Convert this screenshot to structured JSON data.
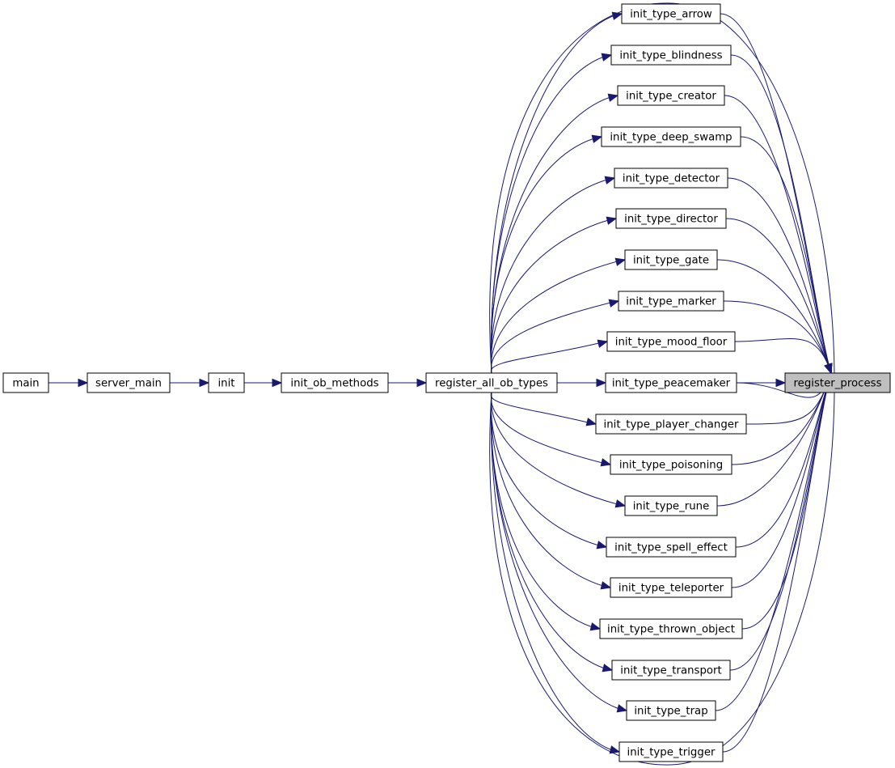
{
  "graph": {
    "focus_node": "register_process",
    "nodes": [
      {
        "id": "main",
        "label": "main"
      },
      {
        "id": "server_main",
        "label": "server_main"
      },
      {
        "id": "init",
        "label": "init"
      },
      {
        "id": "init_ob_methods",
        "label": "init_ob_methods"
      },
      {
        "id": "register_all_ob_types",
        "label": "register_all_ob_types"
      },
      {
        "id": "init_type_arrow",
        "label": "init_type_arrow"
      },
      {
        "id": "init_type_blindness",
        "label": "init_type_blindness"
      },
      {
        "id": "init_type_creator",
        "label": "init_type_creator"
      },
      {
        "id": "init_type_deep_swamp",
        "label": "init_type_deep_swamp"
      },
      {
        "id": "init_type_detector",
        "label": "init_type_detector"
      },
      {
        "id": "init_type_director",
        "label": "init_type_director"
      },
      {
        "id": "init_type_gate",
        "label": "init_type_gate"
      },
      {
        "id": "init_type_marker",
        "label": "init_type_marker"
      },
      {
        "id": "init_type_mood_floor",
        "label": "init_type_mood_floor"
      },
      {
        "id": "init_type_peacemaker",
        "label": "init_type_peacemaker"
      },
      {
        "id": "init_type_player_changer",
        "label": "init_type_player_changer"
      },
      {
        "id": "init_type_poisoning",
        "label": "init_type_poisoning"
      },
      {
        "id": "init_type_rune",
        "label": "init_type_rune"
      },
      {
        "id": "init_type_spell_effect",
        "label": "init_type_spell_effect"
      },
      {
        "id": "init_type_teleporter",
        "label": "init_type_teleporter"
      },
      {
        "id": "init_type_thrown_object",
        "label": "init_type_thrown_object"
      },
      {
        "id": "init_type_transport",
        "label": "init_type_transport"
      },
      {
        "id": "init_type_trap",
        "label": "init_type_trap"
      },
      {
        "id": "init_type_trigger",
        "label": "init_type_trigger"
      },
      {
        "id": "register_process",
        "label": "register_process"
      }
    ],
    "edges": [
      {
        "from": "main",
        "to": "server_main"
      },
      {
        "from": "server_main",
        "to": "init"
      },
      {
        "from": "init",
        "to": "init_ob_methods"
      },
      {
        "from": "init_ob_methods",
        "to": "register_all_ob_types"
      },
      {
        "from": "register_all_ob_types",
        "to": "init_type_arrow"
      },
      {
        "from": "register_all_ob_types",
        "to": "init_type_blindness"
      },
      {
        "from": "register_all_ob_types",
        "to": "init_type_creator"
      },
      {
        "from": "register_all_ob_types",
        "to": "init_type_deep_swamp"
      },
      {
        "from": "register_all_ob_types",
        "to": "init_type_detector"
      },
      {
        "from": "register_all_ob_types",
        "to": "init_type_director"
      },
      {
        "from": "register_all_ob_types",
        "to": "init_type_gate"
      },
      {
        "from": "register_all_ob_types",
        "to": "init_type_marker"
      },
      {
        "from": "register_all_ob_types",
        "to": "init_type_mood_floor"
      },
      {
        "from": "register_all_ob_types",
        "to": "init_type_peacemaker"
      },
      {
        "from": "register_all_ob_types",
        "to": "init_type_player_changer"
      },
      {
        "from": "register_all_ob_types",
        "to": "init_type_poisoning"
      },
      {
        "from": "register_all_ob_types",
        "to": "init_type_rune"
      },
      {
        "from": "register_all_ob_types",
        "to": "init_type_spell_effect"
      },
      {
        "from": "register_all_ob_types",
        "to": "init_type_teleporter"
      },
      {
        "from": "register_all_ob_types",
        "to": "init_type_thrown_object"
      },
      {
        "from": "register_all_ob_types",
        "to": "init_type_transport"
      },
      {
        "from": "register_all_ob_types",
        "to": "init_type_trap"
      },
      {
        "from": "register_all_ob_types",
        "to": "init_type_trigger"
      },
      {
        "from": "register_all_ob_types",
        "to": "register_process"
      },
      {
        "from": "init_type_arrow",
        "to": "register_process"
      },
      {
        "from": "init_type_blindness",
        "to": "register_process"
      },
      {
        "from": "init_type_creator",
        "to": "register_process"
      },
      {
        "from": "init_type_deep_swamp",
        "to": "register_process"
      },
      {
        "from": "init_type_detector",
        "to": "register_process"
      },
      {
        "from": "init_type_director",
        "to": "register_process"
      },
      {
        "from": "init_type_gate",
        "to": "register_process"
      },
      {
        "from": "init_type_marker",
        "to": "register_process"
      },
      {
        "from": "init_type_mood_floor",
        "to": "register_process"
      },
      {
        "from": "init_type_peacemaker",
        "to": "register_process"
      },
      {
        "from": "init_type_player_changer",
        "to": "register_process"
      },
      {
        "from": "init_type_poisoning",
        "to": "register_process"
      },
      {
        "from": "init_type_rune",
        "to": "register_process"
      },
      {
        "from": "init_type_spell_effect",
        "to": "register_process"
      },
      {
        "from": "init_type_teleporter",
        "to": "register_process"
      },
      {
        "from": "init_type_thrown_object",
        "to": "register_process"
      },
      {
        "from": "init_type_transport",
        "to": "register_process"
      },
      {
        "from": "init_type_trap",
        "to": "register_process"
      },
      {
        "from": "init_type_trigger",
        "to": "register_process"
      }
    ]
  },
  "colors": {
    "edge": "#191970",
    "node_border": "#000000",
    "node_fill": "#ffffff",
    "focus_fill": "#bfbfbf",
    "background": "#ffffff"
  }
}
